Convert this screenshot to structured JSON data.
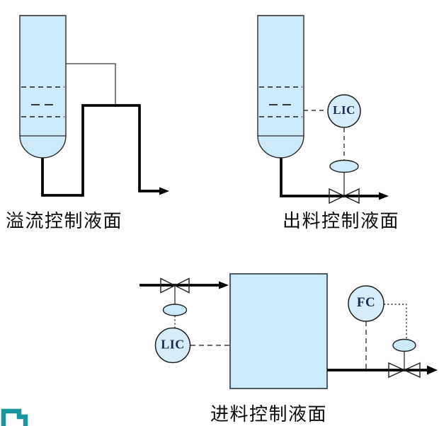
{
  "page": {
    "background": "#ffffff"
  },
  "colors": {
    "liquid_fill": "#cdeafa",
    "instrument_fill": "#d7edfb",
    "vessel_outline": "#2b2b2b",
    "tank_outline": "#3f4b52",
    "pipe_color": "#000000",
    "signal_line": "#3a3a3a",
    "tag_text": "#1c2b55",
    "caption_text": "#0a0a0a",
    "logo_teal": "#17969e"
  },
  "diagrams": {
    "overflow": {
      "caption": "溢流控制液面"
    },
    "outlet": {
      "caption": "出料控制液面",
      "controller_tag": "LIC"
    },
    "feed": {
      "caption": "进料控制液面",
      "level_controller_tag": "LIC",
      "flow_controller_tag": "FC"
    }
  }
}
